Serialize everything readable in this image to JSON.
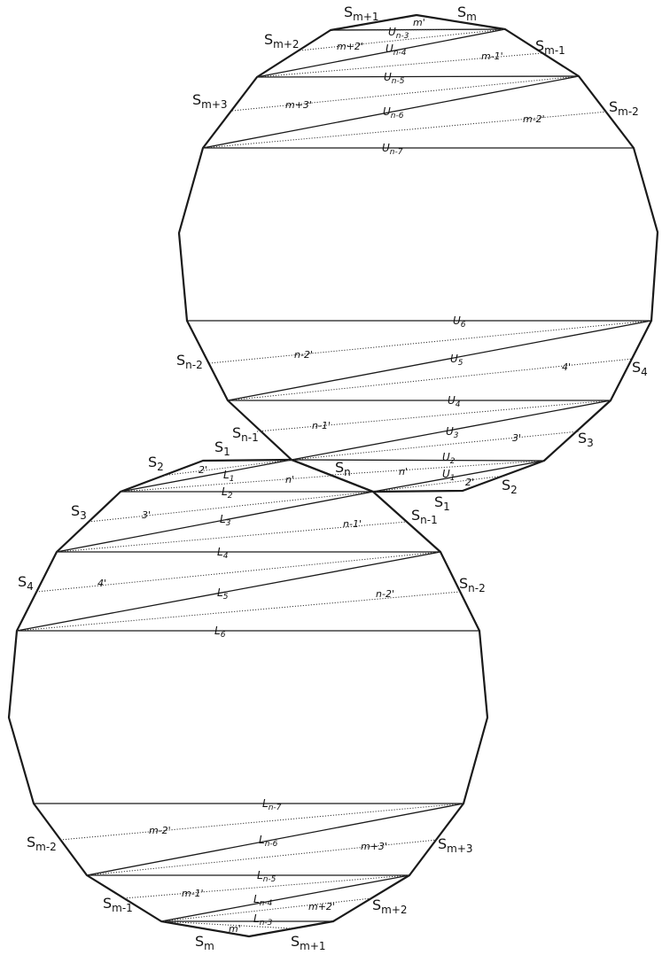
{
  "side_labels": [
    {
      "base": "S",
      "sub": "m+1"
    },
    {
      "base": "S",
      "sub": "m"
    },
    {
      "base": "S",
      "sub": "m+2"
    },
    {
      "base": "S",
      "sub": "m-1"
    },
    {
      "base": "S",
      "sub": "m+3"
    },
    {
      "base": "S",
      "sub": "m-2"
    },
    {
      "base": "S",
      "sub": "n-2"
    },
    {
      "base": "S",
      "sub": "4"
    },
    {
      "base": "S",
      "sub": "n-1"
    },
    {
      "base": "S",
      "sub": "3"
    },
    {
      "base": "S",
      "sub": "1"
    },
    {
      "base": "S",
      "sub": "2"
    },
    {
      "base": "S",
      "sub": "n"
    },
    {
      "base": "S",
      "sub": "1"
    },
    {
      "base": "S",
      "sub": "2"
    },
    {
      "base": "S",
      "sub": "n-1"
    },
    {
      "base": "S",
      "sub": "3"
    },
    {
      "base": "S",
      "sub": "4"
    },
    {
      "base": "S",
      "sub": "n-2"
    },
    {
      "base": "S",
      "sub": "m-2"
    },
    {
      "base": "S",
      "sub": "m+3"
    },
    {
      "base": "S",
      "sub": "m-1"
    },
    {
      "base": "S",
      "sub": "m+2"
    },
    {
      "base": "S",
      "sub": "m"
    },
    {
      "base": "S",
      "sub": "m+1"
    }
  ],
  "upper_solid_labels": [
    {
      "base": "U",
      "sub": "n-3"
    },
    {
      "base": "U",
      "sub": "n-4"
    },
    {
      "base": "U",
      "sub": "n-5"
    },
    {
      "base": "U",
      "sub": "n-6"
    },
    {
      "base": "U",
      "sub": "n-7"
    },
    {
      "base": "U",
      "sub": "6"
    },
    {
      "base": "U",
      "sub": "5"
    },
    {
      "base": "U",
      "sub": "4"
    },
    {
      "base": "U",
      "sub": "3"
    },
    {
      "base": "U",
      "sub": "2"
    },
    {
      "base": "U",
      "sub": "1"
    }
  ],
  "lower_solid_labels": [
    {
      "base": "L",
      "sub": "1"
    },
    {
      "base": "L",
      "sub": "2"
    },
    {
      "base": "L",
      "sub": "3"
    },
    {
      "base": "L",
      "sub": "4"
    },
    {
      "base": "L",
      "sub": "5"
    },
    {
      "base": "L",
      "sub": "6"
    },
    {
      "base": "L",
      "sub": "n-7"
    },
    {
      "base": "L",
      "sub": "n-6"
    },
    {
      "base": "L",
      "sub": "n-5"
    },
    {
      "base": "L",
      "sub": "n-4"
    },
    {
      "base": "L",
      "sub": "n-3"
    }
  ],
  "upper_dotted_labels": [
    "m'",
    "m+2'",
    "m-1'",
    "m+3'",
    "m-2'",
    "n-2'",
    "4'",
    "n-1'",
    "3'",
    "n'",
    "2'"
  ],
  "lower_dotted_labels": [
    "2'",
    "n'",
    "3'",
    "n-1'",
    "4'",
    "n-2'",
    "m-2'",
    "m+3'",
    "m-1'",
    "m+2'",
    "m'"
  ]
}
